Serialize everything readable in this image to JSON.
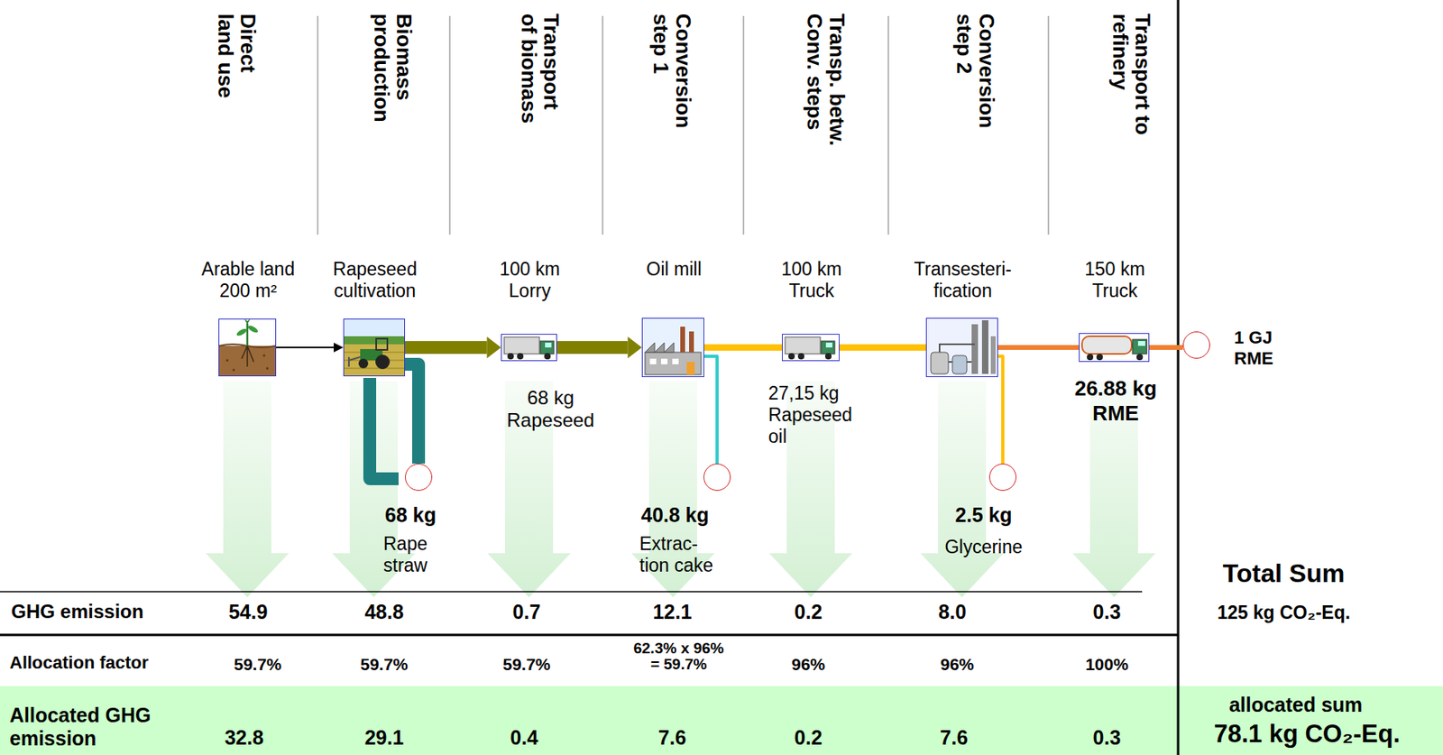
{
  "diagram": {
    "nodes": [
      {
        "text": [
          "Arable land 200 m²"
        ]
      },
      {
        "text": [
          "Rapeseed cultivation"
        ]
      },
      {
        "text": [
          "100 km Lorry"
        ]
      },
      {
        "text": [
          "Oil mill"
        ]
      },
      {
        "text": [
          "100 km Truck"
        ]
      },
      {
        "text": [
          "Transesteri-fication"
        ]
      },
      {
        "text": [
          "150 km Truck"
        ]
      },
      {
        "text": [
          "68 kg",
          "Rape straw"
        ]
      },
      {
        "text": [
          "40.8 kg",
          "Extrac-tion cake"
        ]
      },
      {
        "text": [
          "2.5 kg",
          "Glycerine"
        ]
      },
      {
        "text": [
          "1 GJ RME"
        ]
      }
    ],
    "edges": [
      {
        "from": 0,
        "to": 1,
        "arrow": "to"
      },
      {
        "from": 1,
        "to": 2,
        "arrow": "to"
      },
      {
        "from": 2,
        "to": 3,
        "arrow": "to"
      },
      {
        "from": 3,
        "to": 4,
        "arrow": "none"
      },
      {
        "from": 4,
        "to": 5,
        "arrow": "none"
      },
      {
        "from": 5,
        "to": 6,
        "arrow": "none"
      },
      {
        "from": 6,
        "to": 10,
        "arrow": "none"
      },
      {
        "from": 1,
        "to": 7,
        "arrow": "none"
      },
      {
        "from": 3,
        "to": 8,
        "arrow": "none"
      },
      {
        "from": 5,
        "to": 9,
        "arrow": "none"
      }
    ],
    "labels": [
      "Direct land use",
      "Biomass production",
      "Transport of biomass",
      "Conversion step 1",
      "Transp. betw. Conv. steps",
      "Conversion step 2",
      "Transport to refinery",
      "68 kg Rapeseed",
      "27,15 kg Rapeseed oil",
      "26.88 kg RME",
      "GHG emission",
      "54.9",
      "48.8",
      "0.7",
      "12.1",
      "0.2",
      "8.0",
      "0.3",
      "Total Sum",
      "125 kg CO₂-Eq.",
      "Allocation factor",
      "59.7%",
      "59.7%",
      "59.7%",
      "62.3% x 96% = 59.7%",
      "96%",
      "96%",
      "100%",
      "Allocated GHG emission",
      "32.8",
      "29.1",
      "0.4",
      "7.6",
      "0.2",
      "7.6",
      "0.3",
      "allocated sum",
      "78.1 kg CO₂-Eq."
    ]
  }
}
